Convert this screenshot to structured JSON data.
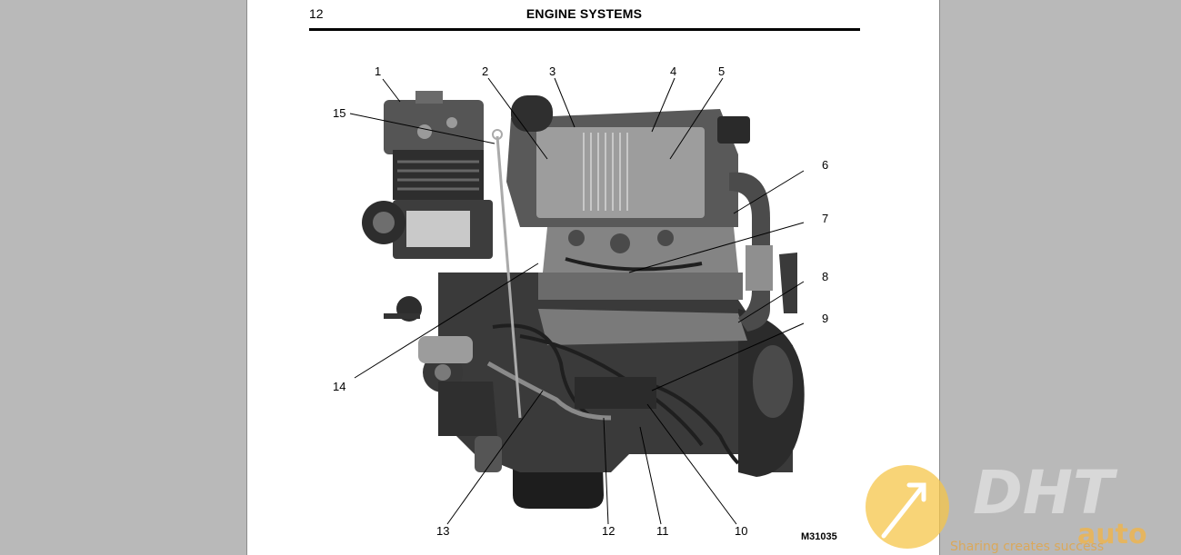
{
  "page": {
    "number": "12",
    "title": "ENGINE SYSTEMS"
  },
  "figure": {
    "id": "M31035",
    "callouts": [
      "1",
      "2",
      "3",
      "4",
      "5",
      "6",
      "7",
      "8",
      "9",
      "10",
      "11",
      "12",
      "13",
      "14",
      "15"
    ]
  },
  "watermark": {
    "brand": "DHT",
    "suffix": "auto",
    "tagline": "Sharing creates success",
    "colors": {
      "circle": "#f6c64a",
      "brand": "#dedede",
      "green": "#7fbf3a"
    }
  }
}
